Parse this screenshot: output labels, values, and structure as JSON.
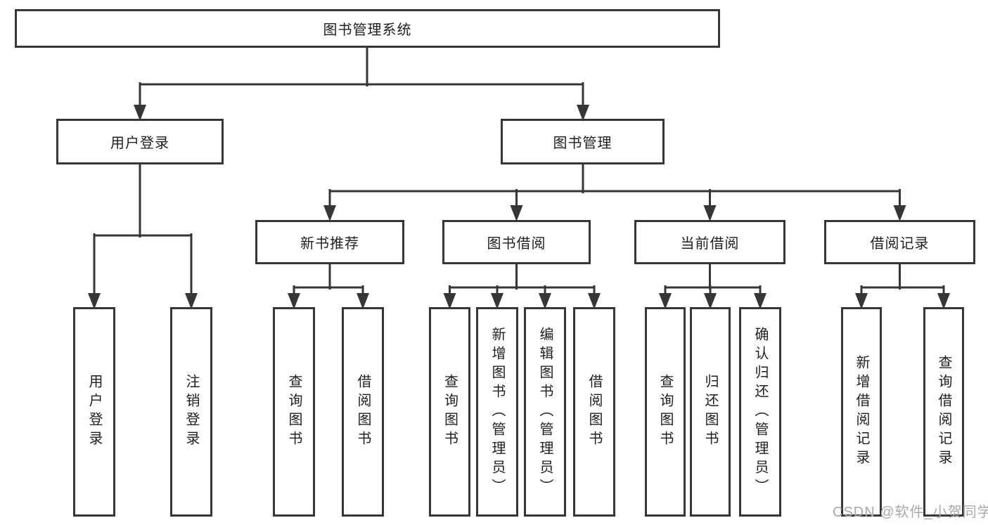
{
  "tree": {
    "root": {
      "label": "图书管理系统"
    },
    "level2": [
      {
        "label": "用户登录"
      },
      {
        "label": "图书管理"
      }
    ],
    "level3": [
      {
        "label": "新书推荐"
      },
      {
        "label": "图书借阅"
      },
      {
        "label": "当前借阅"
      },
      {
        "label": "借阅记录"
      }
    ],
    "leaves": {
      "user_login": [
        "用户登录",
        "注销登录"
      ],
      "new_book": [
        "查询图书",
        "借阅图书"
      ],
      "book_borrow": [
        "查询图书",
        "新增图书（管理员）",
        "编辑图书（管理员）",
        "借阅图书"
      ],
      "current_borrow": [
        "查询图书",
        "归还图书",
        "确认归还（管理员）"
      ],
      "borrow_records": [
        "新增借阅记录",
        "查询借阅记录"
      ]
    }
  },
  "watermark": {
    "text": "CSDN @软件_小贺同学"
  },
  "colors": {
    "line": "#363636",
    "text": "#1f1f1f",
    "watermark": "#a8a8a8",
    "background": "#ffffff"
  }
}
